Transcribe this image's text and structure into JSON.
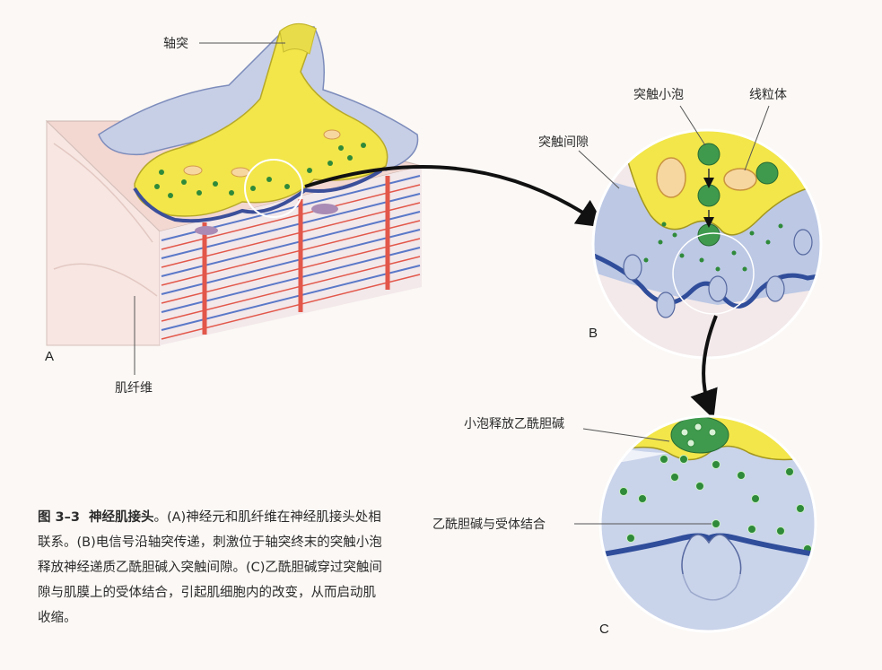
{
  "labels": {
    "axon": "轴突",
    "muscle_fiber": "肌纤维",
    "synaptic_vesicle": "突触小泡",
    "mitochondria": "线粒体",
    "synaptic_cleft": "突触间隙",
    "vesicle_release": "小泡释放乙酰胆碱",
    "ach_binding": "乙酰胆碱与受体结合"
  },
  "panels": {
    "a": "A",
    "b": "B",
    "c": "C"
  },
  "caption": {
    "figure_number": "图 3–3",
    "title": "神经肌接头",
    "text": "。(A)神经元和肌纤维在神经肌接头处相联系。(B)电信号沿轴突传递，刺激位于轴突终末的突触小泡释放神经递质乙酰胆碱入突触间隙。(C)乙酰胆碱穿过突触间隙与肌膜上的受体结合，引起肌细胞内的改变，从而启动肌收缩。"
  },
  "colors": {
    "axon_yellow": "#f2e64a",
    "muscle_pink": "#f6e1dc",
    "cleft_blue": "#bcc8e4",
    "membrane_blue": "#2f4d9a",
    "acetylcholine_green": "#2f8a3a",
    "striation_red": "#e2574a",
    "arrow_black": "#111111"
  }
}
